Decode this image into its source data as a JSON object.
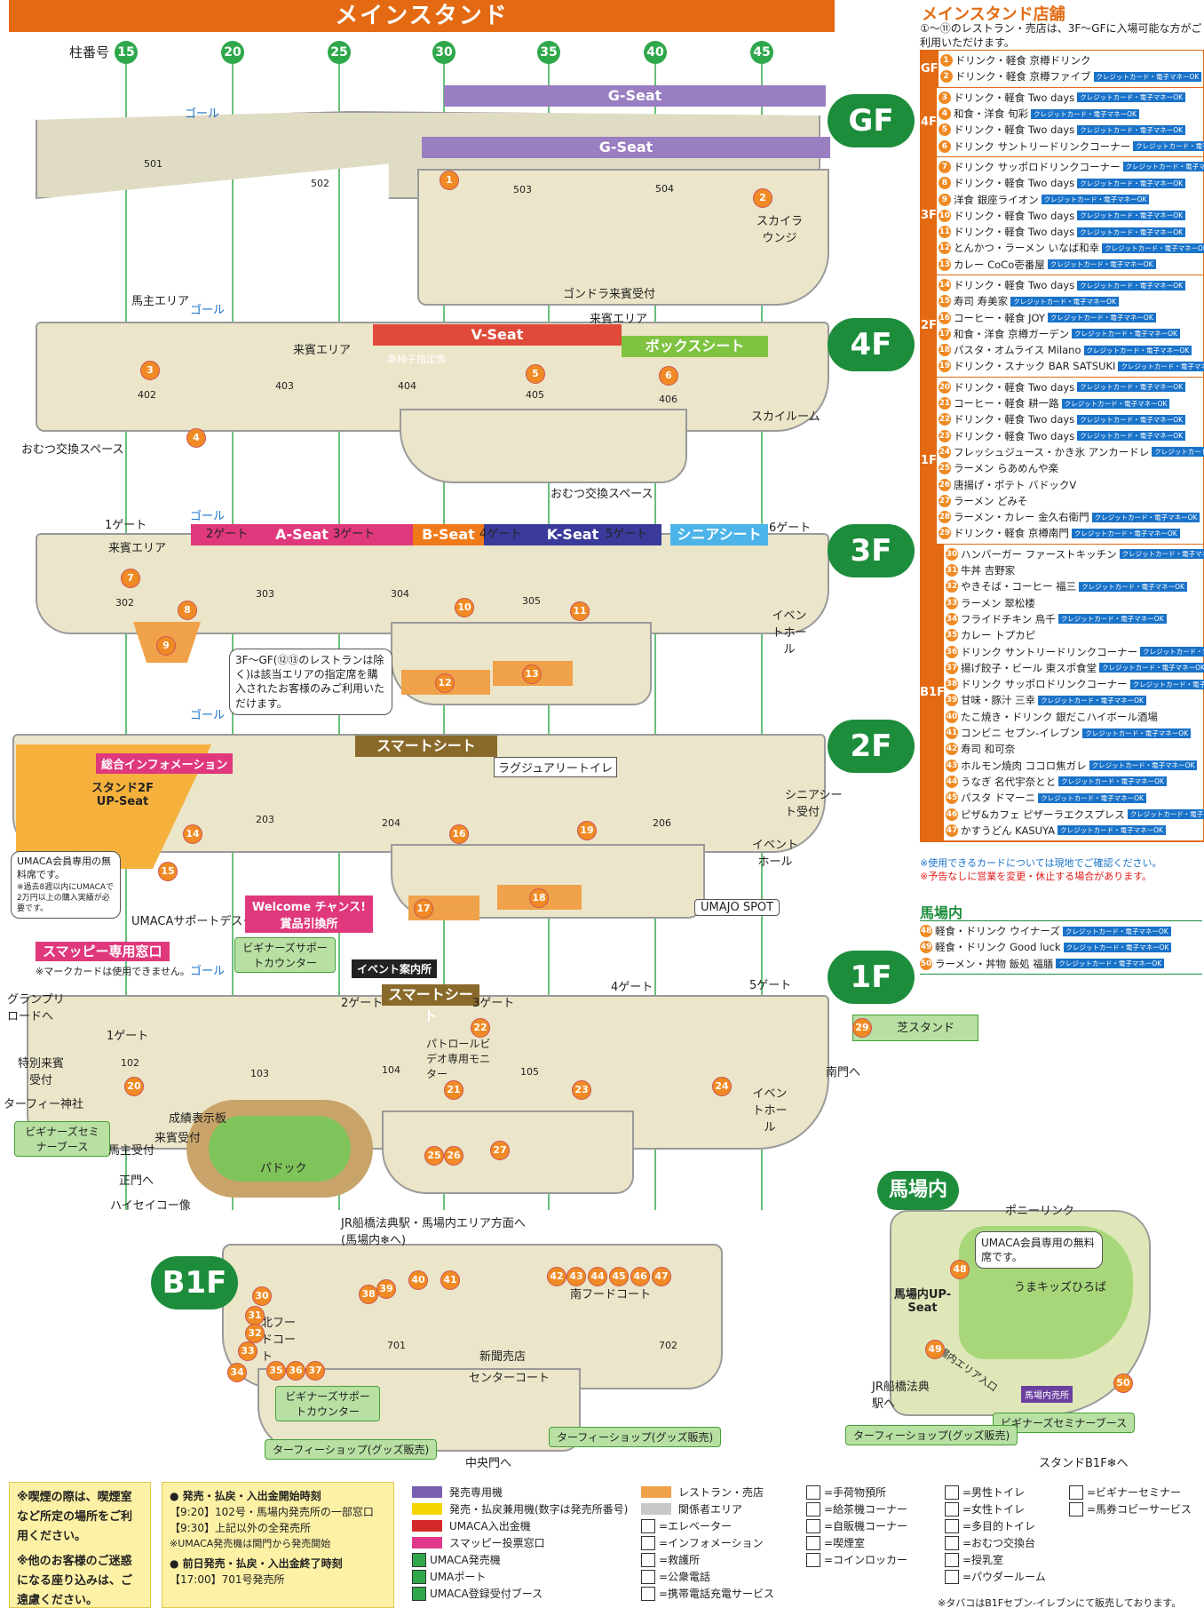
{
  "header": {
    "title": "メインスタンド",
    "pillar_label": "柱番号",
    "pillars": [
      "15",
      "20",
      "25",
      "30",
      "35",
      "40",
      "45"
    ]
  },
  "floors": {
    "gf": {
      "badge": "GF",
      "bands": [
        "G-Seat",
        "G-Seat"
      ],
      "labels": [
        "ゴール",
        "スカイラウンジ",
        "ゴンドラ来賓受付",
        "501",
        "502",
        "503",
        "504"
      ],
      "shops": [
        "1",
        "2"
      ]
    },
    "f4": {
      "badge": "4F",
      "bands": [
        "V-Seat",
        "ボックスシート"
      ],
      "labels": [
        "馬主エリア",
        "ゴール",
        "来賓エリア",
        "来賓エリア",
        "車椅子指定席",
        "スカイルーム",
        "おむつ交換スペース",
        "おむつ交換スペース",
        "402",
        "403",
        "404",
        "405",
        "406"
      ],
      "shops": [
        "3",
        "4",
        "5",
        "6"
      ]
    },
    "f3": {
      "badge": "3F",
      "bands": [
        "A-Seat",
        "B-Seat",
        "K-Seat",
        "シニアシート"
      ],
      "gates": [
        "1ゲート",
        "2ゲート",
        "3ゲート",
        "4ゲート",
        "5ゲート",
        "6ゲート"
      ],
      "labels": [
        "ゴール",
        "来賓エリア",
        "イベントホール",
        "302",
        "303",
        "304",
        "305"
      ],
      "shops": [
        "7",
        "8",
        "9",
        "10",
        "11",
        "12",
        "13"
      ],
      "callout": "3F～GF(⑫⑬のレストランは除く)は該当エリアの指定席を購入されたお客様のみご利用いただけます。"
    },
    "f2": {
      "badge": "2F",
      "bands": [
        "スマートシート"
      ],
      "labels": [
        "ゴール",
        "総合インフォメーション",
        "スタンド2F UP-Seat",
        "ラグジュアリートイレ",
        "シニアシート受付",
        "イベントホール",
        "UMACAサポートデスク",
        "UMAJO SPOT",
        "203",
        "204",
        "206"
      ],
      "shops": [
        "14",
        "15",
        "16",
        "17",
        "18",
        "19"
      ],
      "callout": "UMACA会員専用の無料席です。",
      "callout_small": "※過去8週以内にUMACAで2万円以上の購入実績が必要です。"
    },
    "f1": {
      "badge": "1F",
      "bands": [
        "スマートシート"
      ],
      "gates": [
        "1ゲート",
        "2ゲート",
        "3ゲート",
        "4ゲート",
        "5ゲート"
      ],
      "labels": [
        "スマッピー専用窓口",
        "※マークカードは使用できません。",
        "ゴール",
        "グランプリロードへ",
        "特別来賓受付",
        "ターフィー神社",
        "ビギナーズセミナーブース",
        "馬主受付",
        "来賓受付",
        "成績表示板",
        "正門へ",
        "ハイセイコー像",
        "パドック",
        "ビギナーズサポートカウンター",
        "Welcome チャンス!賞品引換所",
        "イベント案内所",
        "パトロールビデオ専用モニター",
        "イベントホール",
        "芝スタンド",
        "南門へ",
        "102",
        "103",
        "104",
        "105"
      ],
      "shops": [
        "20",
        "21",
        "22",
        "23",
        "24",
        "25",
        "26",
        "27",
        "29"
      ]
    },
    "b1f": {
      "badge": "B1F",
      "labels": [
        "JR船橋法典駅・馬場内エリア方面へ(馬場内❄へ)",
        "北フードコート",
        "南フードコート",
        "新聞売店",
        "センターコート",
        "ビギナーズサポートカウンター",
        "ターフィーショップ(グッズ販売)",
        "ターフィーショップ(グッズ販売)",
        "中央門へ",
        "701",
        "702"
      ],
      "shops": [
        "30",
        "31",
        "32",
        "33",
        "34",
        "35",
        "36",
        "37",
        "38",
        "39",
        "40",
        "41",
        "42",
        "43",
        "44",
        "45",
        "46",
        "47"
      ]
    },
    "track": {
      "badge": "馬場内",
      "labels": [
        "ポニーリンク",
        "UMACA会員専用の無料席です。",
        "馬場内UP-Seat",
        "うまキッズひろば",
        "JR船橋法典駅へ",
        "馬場内エリア入口",
        "馬場内売所",
        "ビギナーズセミナーブース",
        "ターフィーショップ(グッズ販売)",
        "スタンドB1F❄へ"
      ],
      "shops": [
        "48",
        "49",
        "50"
      ]
    }
  },
  "shop_panel": {
    "title": "メインスタンド店舗",
    "note": "①～⑪のレストラン・売店は、3F～GFに入場可能な方がご利用いただけます。",
    "cc_label": "クレジットカード・電子マネーOK",
    "groups": [
      {
        "floor": "GF",
        "shops": [
          {
            "n": "1",
            "name": "ドリンク・軽食 京樽ドリンク",
            "cc": false
          },
          {
            "n": "2",
            "name": "ドリンク・軽食 京樽ファイブ",
            "cc": true
          }
        ]
      },
      {
        "floor": "4F",
        "shops": [
          {
            "n": "3",
            "name": "ドリンク・軽食 Two days",
            "cc": true
          },
          {
            "n": "4",
            "name": "和食・洋食 旬彩",
            "cc": true
          },
          {
            "n": "5",
            "name": "ドリンク・軽食 Two days",
            "cc": true
          },
          {
            "n": "6",
            "name": "ドリンク サントリードリンクコーナー",
            "cc": true
          }
        ]
      },
      {
        "floor": "3F",
        "shops": [
          {
            "n": "7",
            "name": "ドリンク サッポロドリンクコーナー",
            "cc": true
          },
          {
            "n": "8",
            "name": "ドリンク・軽食 Two days",
            "cc": true
          },
          {
            "n": "9",
            "name": "洋食 銀座ライオン",
            "cc": true
          },
          {
            "n": "10",
            "name": "ドリンク・軽食 Two days",
            "cc": true
          },
          {
            "n": "11",
            "name": "ドリンク・軽食 Two days",
            "cc": true
          },
          {
            "n": "12",
            "name": "とんかつ・ラーメン いなば和幸",
            "cc": true
          },
          {
            "n": "13",
            "name": "カレー CoCo壱番屋",
            "cc": true
          }
        ]
      },
      {
        "floor": "2F",
        "shops": [
          {
            "n": "14",
            "name": "ドリンク・軽食 Two days",
            "cc": true
          },
          {
            "n": "15",
            "name": "寿司 寿美家",
            "cc": true
          },
          {
            "n": "16",
            "name": "コーヒー・軽食 JOY",
            "cc": true
          },
          {
            "n": "17",
            "name": "和食・洋食 京樽ガーデン",
            "cc": true
          },
          {
            "n": "18",
            "name": "パスタ・オムライス Milano",
            "cc": true
          },
          {
            "n": "19",
            "name": "ドリンク・スナック BAR SATSUKI",
            "cc": true
          }
        ]
      },
      {
        "floor": "1F",
        "shops": [
          {
            "n": "20",
            "name": "ドリンク・軽食 Two days",
            "cc": true
          },
          {
            "n": "21",
            "name": "コーヒー・軽食 耕一路",
            "cc": true
          },
          {
            "n": "22",
            "name": "ドリンク・軽食 Two days",
            "cc": true
          },
          {
            "n": "23",
            "name": "ドリンク・軽食 Two days",
            "cc": true
          },
          {
            "n": "24",
            "name": "フレッシュジュース・かき氷 アンカードレ",
            "cc": true
          },
          {
            "n": "25",
            "name": "ラーメン らあめんや楽",
            "cc": false
          },
          {
            "n": "26",
            "name": "唐揚げ・ポテト バドックV",
            "cc": false
          },
          {
            "n": "27",
            "name": "ラーメン どみそ",
            "cc": false
          },
          {
            "n": "28",
            "name": "ラーメン・カレー 金久右衛門",
            "cc": true
          },
          {
            "n": "29",
            "name": "ドリンク・軽食 京樽南門",
            "cc": true
          }
        ]
      },
      {
        "floor": "B1F",
        "shops": [
          {
            "n": "30",
            "name": "ハンバーガー ファーストキッチン",
            "cc": true
          },
          {
            "n": "31",
            "name": "牛丼 吉野家",
            "cc": false
          },
          {
            "n": "32",
            "name": "やきそば・コーヒー 福三",
            "cc": true
          },
          {
            "n": "33",
            "name": "ラーメン 翠松楼",
            "cc": false
          },
          {
            "n": "34",
            "name": "フライドチキン 鳥千",
            "cc": true
          },
          {
            "n": "35",
            "name": "カレー トプカピ",
            "cc": false
          },
          {
            "n": "36",
            "name": "ドリンク サントリードリンクコーナー",
            "cc": true
          },
          {
            "n": "37",
            "name": "揚げ餃子・ビール 東スポ食堂",
            "cc": true
          },
          {
            "n": "38",
            "name": "ドリンク サッポロドリンクコーナー",
            "cc": true
          },
          {
            "n": "39",
            "name": "甘味・豚汁 三幸",
            "cc": true
          },
          {
            "n": "40",
            "name": "たこ焼き・ドリンク 銀だこハイボール酒場",
            "cc": false
          },
          {
            "n": "41",
            "name": "コンビニ セブン-イレブン",
            "cc": true
          },
          {
            "n": "42",
            "name": "寿司 和可奈",
            "cc": false
          },
          {
            "n": "43",
            "name": "ホルモン焼肉 ココロ焦ガレ",
            "cc": true
          },
          {
            "n": "44",
            "name": "うなぎ 名代宇奈とと",
            "cc": true
          },
          {
            "n": "45",
            "name": "パスタ ドマーニ",
            "cc": true
          },
          {
            "n": "46",
            "name": "ピザ&カフェ ピザーラエクスプレス",
            "cc": true
          },
          {
            "n": "47",
            "name": "かすうどん KASUYA",
            "cc": true
          }
        ]
      }
    ],
    "notes": [
      "※使用できるカードについては現地でご確認ください。",
      "※予告なしに営業を変更・休止する場合があります。"
    ]
  },
  "track_panel": {
    "title": "馬場内",
    "shops": [
      {
        "n": "48",
        "name": "軽食・ドリンク ウイナーズ",
        "cc": true
      },
      {
        "n": "49",
        "name": "軽食・ドリンク Good luck",
        "cc": true
      },
      {
        "n": "50",
        "name": "ラーメン・丼物 飯処 福膳",
        "cc": true
      }
    ]
  },
  "notice_box": [
    "※喫煙の際は、喫煙室など所定の場所をご利用ください。",
    "※他のお客様のご迷惑になる座り込みは、ご遠慮ください。"
  ],
  "hours_box": {
    "title1": "発売・払戻・入出金開始時刻",
    "lines1": [
      "【9:20】102号・馬場内発売所の一部窓口",
      "【9:30】上記以外の全発売所",
      "※UMACA発売機は開門から発売開始"
    ],
    "title2": "前日発売・払戻・入出金終了時刻",
    "lines2": [
      "【17:00】701号発売所"
    ]
  },
  "legend": {
    "col1": [
      "発売専用機",
      "発売・払戻兼用機(数字は発売所番号)",
      "UMACA入出金機",
      "スマッピー投票窓口",
      "UMACA発売機",
      "UMAポート",
      "UMACA登録受付ブース"
    ],
    "col2": [
      "レストラン・売店",
      "関係者エリア",
      "=エレベーター",
      "=インフォメーション",
      "=救護所",
      "=公衆電話",
      "=携帯電話充電サービス"
    ],
    "col3": [
      "=手荷物預所",
      "=給茶機コーナー",
      "=自販機コーナー",
      "=喫煙室",
      "=コインロッカー"
    ],
    "col4": [
      "=男性トイレ",
      "=女性トイレ",
      "=多目的トイレ",
      "=おむつ交換台",
      "=授乳室",
      "=パウダールーム"
    ],
    "col5": [
      "=ビギナーセミナー",
      "=馬券コピーサービス"
    ],
    "footnote": "※タバコはB1Fセブン-イレブンにて販売しております。",
    "colors": {
      "sale": "#7a5fb0",
      "both": "#f5d400",
      "umaca": "#d42a2a",
      "smappy": "#e0388c",
      "restaurant": "#f0a24a",
      "staff": "#c8c8c8"
    }
  }
}
